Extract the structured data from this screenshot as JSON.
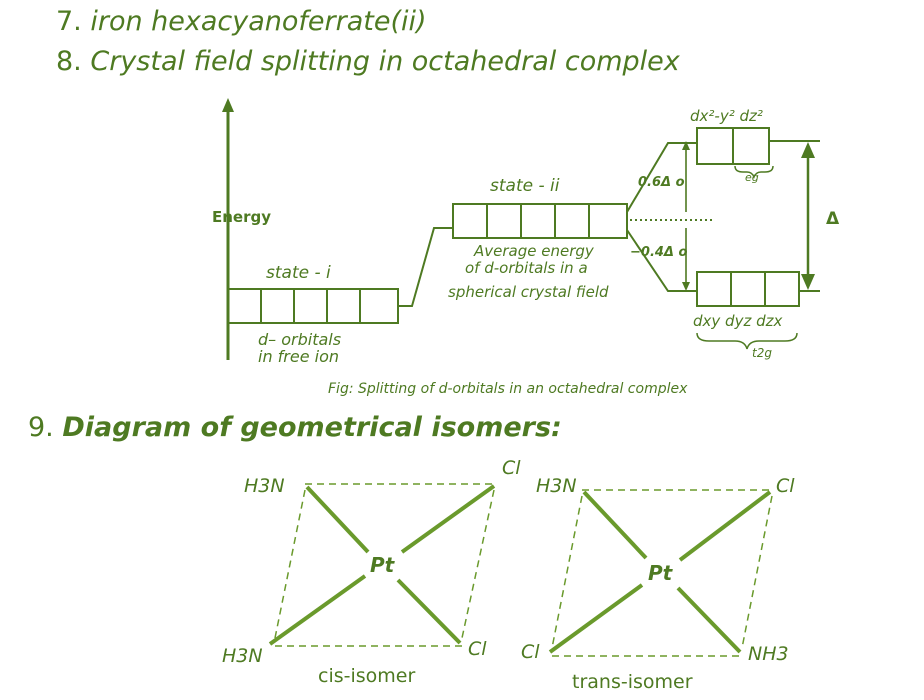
{
  "headings": {
    "h7_num": "7.",
    "h7_text": "iron hexacyanoferrate(ii)",
    "h8_num": "8.",
    "h8_text": "Crystal field splitting in octahedral complex",
    "h9_num": "9.",
    "h9_text": "Diagram of geometrical isomers:"
  },
  "splitting": {
    "energy_axis": "Energy",
    "state_i": "state - i",
    "state_ii": "state - ii",
    "free_ion_line1": "d– orbitals",
    "free_ion_line2": "in free ion",
    "avg_line1": "Average energy",
    "avg_line2": "of d-orbitals in a",
    "avg_line3": "spherical crystal field",
    "eg_orbitals": "dx²-y²  dz²",
    "eg_label": "eg",
    "t2g_orbitals": "dxy  dyz  dzx",
    "t2g_label": "t2g",
    "plus": "0.6Δ o",
    "minus": "−0.4Δ o",
    "delta": "Δ",
    "caption": "Fig: Splitting of d-orbitals in an octahedral complex"
  },
  "isomers": {
    "cis": {
      "top_left": "H3N",
      "top_right": "Cl",
      "bottom_left": "H3N",
      "bottom_right": "Cl",
      "center": "Pt",
      "label": "cis-isomer"
    },
    "trans": {
      "top_left": "H3N",
      "top_right": "Cl",
      "bottom_left": "Cl",
      "bottom_right": "NH3",
      "center": "Pt",
      "label": "trans-isomer"
    }
  },
  "colors": {
    "ink": "#4e7a22",
    "line": "#6a9a2c"
  }
}
